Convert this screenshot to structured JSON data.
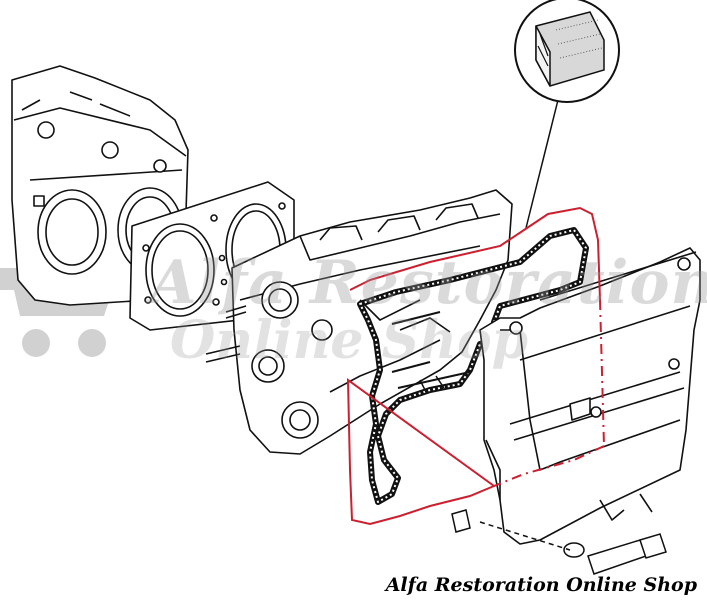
{
  "watermark": {
    "line1": "Alfa Restoration",
    "line2": "Online Shop",
    "color": "#9a9a9a"
  },
  "footer": {
    "text": "Alfa Restoration Online Shop"
  },
  "colors": {
    "line": "#111111",
    "highlight": "#cc1f2f"
  },
  "icons": [
    "shopping-cart-icon",
    "gasket-section-detail-icon"
  ]
}
